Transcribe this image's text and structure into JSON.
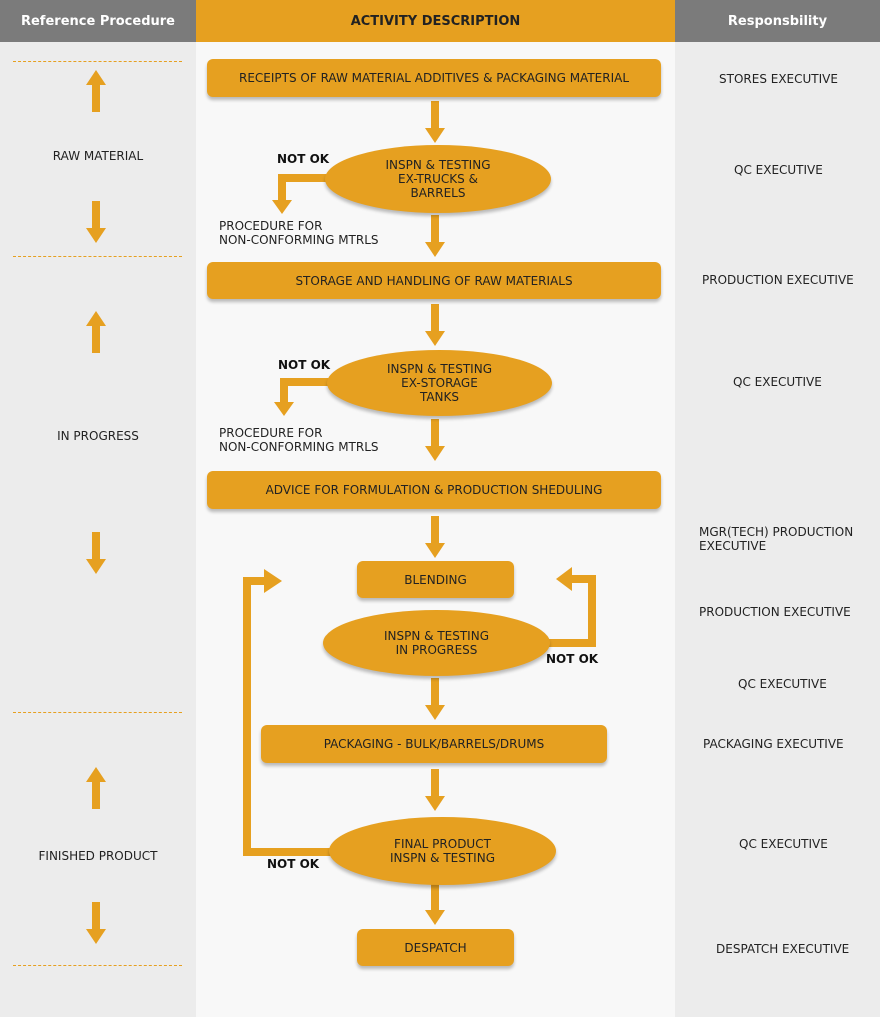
{
  "headers": {
    "left": "Reference Procedure",
    "middle": "ACTIVITY DESCRIPTION",
    "right": "Responsbility"
  },
  "phases": [
    "RAW MATERIAL",
    "IN PROGRESS",
    "FINISHED PRODUCT"
  ],
  "activities": {
    "receipts": "RECEIPTS OF RAW MATERIAL ADDITIVES & PACKAGING MATERIAL",
    "insp_trucks": "INSPN & TESTING\nEX-TRUCKS &\nBARRELS",
    "storage": "STORAGE AND HANDLING OF RAW MATERIALS",
    "insp_storage": "INSPN & TESTING\nEX-STORAGE\nTANKS",
    "advice": "ADVICE FOR FORMULATION & PRODUCTION SHEDULING",
    "blending": "BLENDING",
    "insp_progress": "INSPN & TESTING\nIN PROGRESS",
    "packaging": "PACKAGING - BULK/BARRELS/DRUMS",
    "final": "FINAL PRODUCT\nINSPN & TESTING",
    "despatch": "DESPATCH"
  },
  "labels": {
    "not_ok": "NOT OK",
    "nonconforming": "PROCEDURE FOR\nNON-CONFORMING MTRLS"
  },
  "responsibilities": [
    "STORES EXECUTIVE",
    "QC EXECUTIVE",
    "PRODUCTION EXECUTIVE",
    "QC EXECUTIVE",
    "MGR(TECH) PRODUCTION EXECUTIVE",
    "PRODUCTION EXECUTIVE",
    "QC EXECUTIVE",
    "PACKAGING EXECUTIVE",
    "QC EXECUTIVE",
    "DESPATCH EXECUTIVE"
  ],
  "colors": {
    "accent": "#e6a020",
    "header_gray": "#7b7b7b",
    "column_gray": "#ececec",
    "column_light": "#f8f8f8"
  }
}
